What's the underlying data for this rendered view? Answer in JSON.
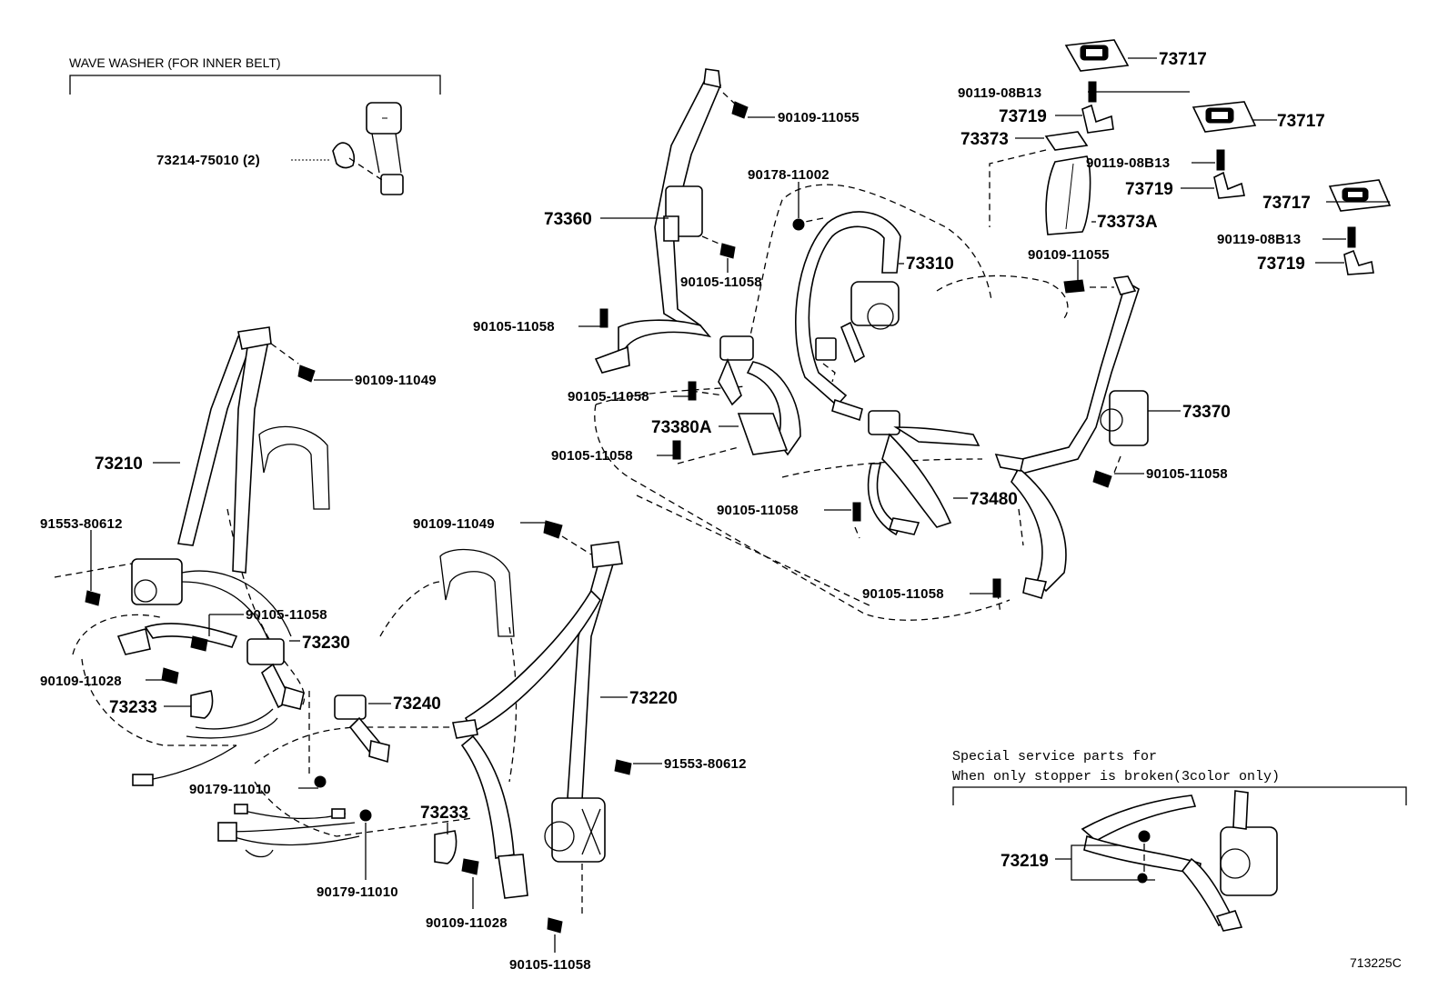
{
  "captions": {
    "wave_washer": "WAVE WASHER (FOR INNER BELT)",
    "special_line1": "Special service parts for",
    "special_line2": "When only stopper is broken(3color only)",
    "figure_code": "713225C"
  },
  "parts": {
    "p73717_a": "73717",
    "p73717_b": "73717",
    "p73717_c": "73717",
    "p90119_a": "90119-08B13",
    "p90119_b": "90119-08B13",
    "p90119_c": "90119-08B13",
    "p73719_a": "73719",
    "p73719_b": "73719",
    "p73719_c": "73719",
    "p73373": "73373",
    "p73373A": "73373A",
    "p90109_11055_a": "90109-11055",
    "p90109_11055_b": "90109-11055",
    "p90178": "90178-11002",
    "p73360": "73360",
    "p90105_11058_a": "90105-11058",
    "p90105_11058_b": "90105-11058",
    "p90105_11058_c": "90105-11058",
    "p90105_11058_d": "90105-11058",
    "p90105_11058_e": "90105-11058",
    "p90105_11058_f": "90105-11058",
    "p90105_11058_g": "90105-11058",
    "p90105_11058_h": "90105-11058",
    "p90105_11058_i": "90105-11058",
    "p73310": "73310",
    "p73370": "73370",
    "p73380A": "73380A",
    "p73480": "73480",
    "p73214": "73214-75010 (2)",
    "p90109_11049_a": "90109-11049",
    "p90109_11049_b": "90109-11049",
    "p73210": "73210",
    "p91553_a": "91553-80612",
    "p91553_b": "91553-80612",
    "p73230": "73230",
    "p90109_11028_a": "90109-11028",
    "p90109_11028_b": "90109-11028",
    "p73233_a": "73233",
    "p73233_b": "73233",
    "p73240": "73240",
    "p73220": "73220",
    "p90179_a": "90179-11010",
    "p90179_b": "90179-11010",
    "p73219": "73219"
  }
}
